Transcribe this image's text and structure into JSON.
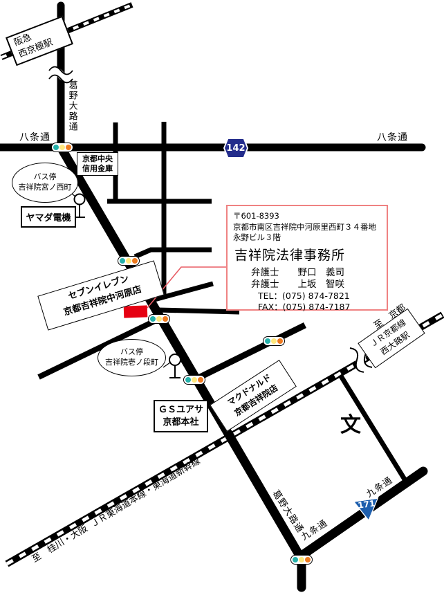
{
  "colors": {
    "road_black": "#000000",
    "office_marker_red": "#e60012",
    "leader_red": "#e85d65",
    "info_border_pink": "#ef8282",
    "shield_142_blue": "#232c8c",
    "shield_171_blue": "#1e5fae",
    "signal_teal": "#25b1ab",
    "signal_yellow": "#ffe87e",
    "signal_orange": "#ef7a1f"
  },
  "railways": {
    "hankyu_station": {
      "line1": "阪急",
      "line2": "西京極駅"
    },
    "jr_station": {
      "line1": "ＪＲ京都線",
      "line2": "西大路駅"
    },
    "jr_main_line": "ＪＲ東海道本線・東海道新幹線"
  },
  "directions": {
    "to_kyoto": "至　京都",
    "to_katsuragawa_osaka": "至　桂川・大阪"
  },
  "roads": {
    "kadono_oji_north": "葛野大路通",
    "kadono_oji_south": "葛野大路通",
    "hachijo_west": "八条通",
    "hachijo_east": "八条通",
    "kujo_upper": "九条通",
    "kujo_lower": "九条通"
  },
  "route_shields": {
    "prefectural_142": "142",
    "national_171": "171"
  },
  "landmarks": {
    "shinkin_bank": {
      "line1": "京都中央",
      "line2": "信用金庫"
    },
    "yamada_denki": "ヤマダ電機",
    "seven_eleven": {
      "line1": "セブンイレブン",
      "line2": "京都吉祥院中河原店"
    },
    "mcdonalds": {
      "line1": "マクドナルド",
      "line2": "京都吉祥院店"
    },
    "gs_yuasa": {
      "line1": "ＧＳユアサ",
      "line2": "京都本社"
    },
    "school_mark": "文"
  },
  "bus_stops": {
    "miyanonishi": {
      "line1": "バス停",
      "line2": "吉祥院宮ノ西町"
    },
    "ichinodan": {
      "line1": "バス停",
      "line2": "吉祥院壱ノ段町"
    }
  },
  "office_info": {
    "postal_code": "〒601-8393",
    "address_line1": "京都市南区吉祥院中河原里西町３４番地",
    "address_line2": "永野ビル３階",
    "office_name": "吉祥院法律事務所",
    "lawyer1": "弁護士　　野口　義司",
    "lawyer2": "弁護士　　上坂　智咲",
    "tel": "TEL：(075) 874-7821",
    "fax": "FAX：(075) 874-7187"
  }
}
